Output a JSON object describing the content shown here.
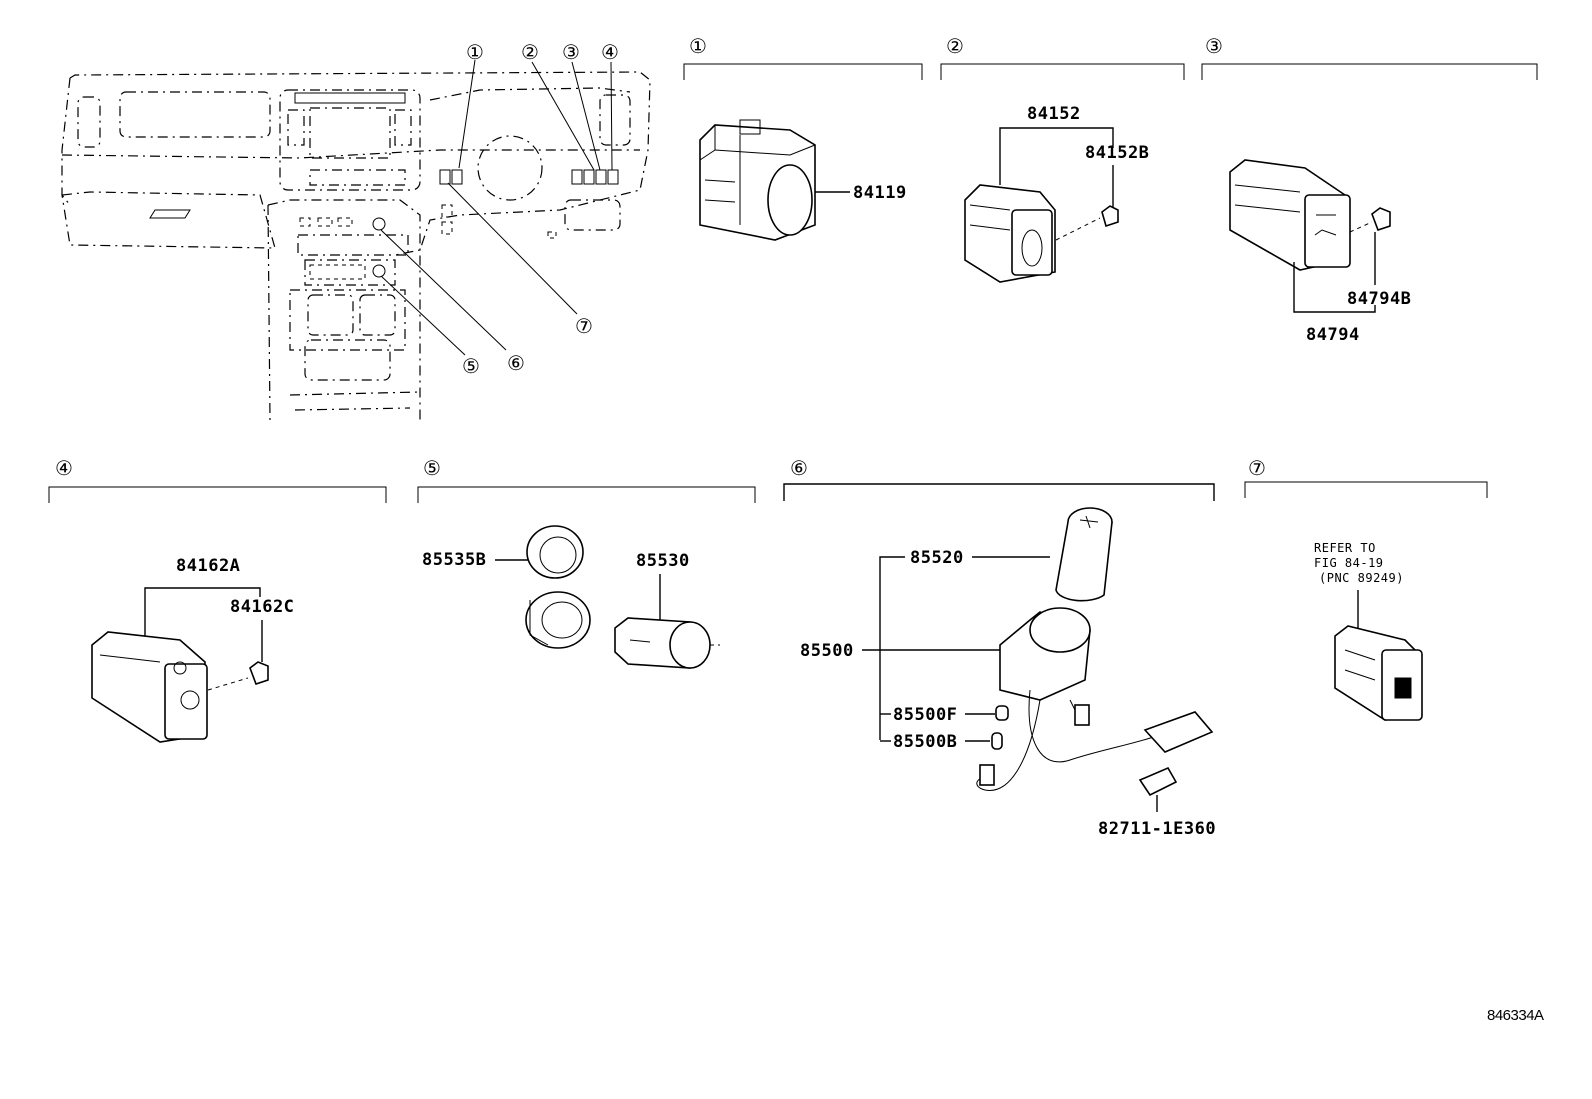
{
  "figure_code": "846334A",
  "overview": {
    "callouts": [
      "①",
      "②",
      "③",
      "④",
      "⑤",
      "⑥",
      "⑦"
    ]
  },
  "groups": [
    {
      "id": "①",
      "parts": [
        "84119"
      ]
    },
    {
      "id": "②",
      "parts": [
        "84152",
        "84152B"
      ]
    },
    {
      "id": "③",
      "parts": [
        "84794B",
        "84794"
      ]
    },
    {
      "id": "④",
      "parts": [
        "84162A",
        "84162C"
      ]
    },
    {
      "id": "⑤",
      "parts": [
        "85535B",
        "85530"
      ]
    },
    {
      "id": "⑥",
      "parts": [
        "85520",
        "85500",
        "85500F",
        "85500B",
        "82711-1E360"
      ]
    },
    {
      "id": "⑦",
      "parts": [],
      "note": [
        "REFER TO",
        "FIG 84-19",
        "(PNC 89249)"
      ]
    }
  ]
}
